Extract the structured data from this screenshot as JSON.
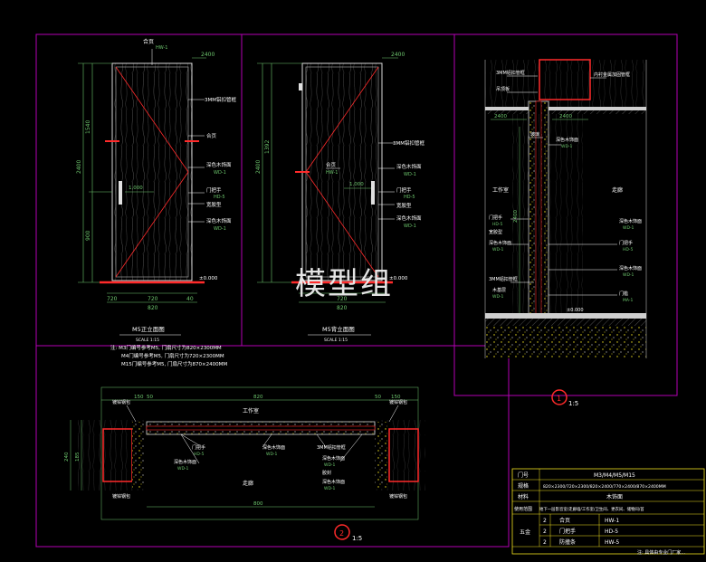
{
  "colors": {
    "background": "#000000",
    "frame": "#b400b4",
    "door": "#d9d9d9",
    "leader": "#ffffff",
    "red": "#ff2a2a",
    "dim": "#6ec86e",
    "cyan": "#37d1d1",
    "yellow": "#f0e020",
    "grey": "#a0a0a0"
  },
  "front_elev": {
    "title": "M5正立面图",
    "scale": "SCALE 1:15",
    "top_dim": "2400",
    "lbl_hinge": "合页",
    "lbl_hinge_badge": "HW-1",
    "lbl_frame": "3MM铝扣管框",
    "lbl_hinge2": "合页",
    "lbl_stain": "深色木饰面",
    "lbl_stain_badge": "WD-1",
    "lbl_handle": "门把手",
    "lbl_handle_badge": "HD-5",
    "lbl_rubber": "宽胶型",
    "lbl_stain2": "深色木饰面",
    "lbl_stain2_badge": "WD-1",
    "lbl_floor": "±0.000",
    "dim_h_total": "2400",
    "dim_h_top": "1540",
    "dim_h_bot": "900",
    "dim_h_handle": "1,000",
    "dim_w": "720",
    "dim_w_left": "720",
    "dim_w_right": "40",
    "dim_w_total": "820"
  },
  "back_elev": {
    "title": "M5背立面图",
    "scale": "SCALE 1:15",
    "top_dim": "2400",
    "lbl_frame": "3MM铝扣管框",
    "lbl_hinge": "合页",
    "lbl_hinge_badge": "HW-1",
    "lbl_stain": "深色木饰面",
    "lbl_stain_badge": "WD-1",
    "lbl_handle": "门把手",
    "lbl_handle_badge": "HD-5",
    "lbl_rubber": "宽胶型",
    "lbl_stain2": "深色木饰面",
    "lbl_stain2_badge": "WD-1",
    "lbl_floor": "±0.000",
    "dim_h_total": "2400",
    "dim_h_top": "1392",
    "dim_h_handle": "1,000",
    "dim_w": "720",
    "dim_w_total": "820"
  },
  "notes": {
    "line1": "注: M3门编号参考M5, 门扇尺寸为820×2300MM",
    "line2": "M4门编号参考M5, 门扇尺寸为720×2300MM",
    "line3": "M15门编号参考M5, 门扇尺寸为870×2400MM"
  },
  "section": {
    "lbl_topframe": "内衬金属加固管框",
    "lbl_aluframe": "3MM铝扣管框",
    "lbl_ceiling": "吊顶板",
    "lbl_office": "工作室",
    "lbl_corridor": "走廊",
    "lbl_glass": "玻璃",
    "lbl_stain_l": "深色木饰面",
    "lbl_stain_l_badge": "WD-1",
    "lbl_stain_r": "深色木饰面",
    "lbl_stain_r_badge": "WD-1",
    "lbl_handle": "门把手",
    "lbl_handle_badge": "HD-5",
    "lbl_rubber": "宽胶型",
    "lbl_stain_l2": "深色木饰面",
    "lbl_stain_l2_badge": "WD-1",
    "lbl_handle_r": "门把手",
    "lbl_handle_r_badge": "HD-5",
    "lbl_stain_r2": "深色木饰面",
    "lbl_stain_r2_badge": "WD-1",
    "lbl_frame_bot": "3MM铝扣管框",
    "lbl_base": "木基层",
    "lbl_base_badge": "WD-1",
    "lbl_threshold": "门槛",
    "lbl_threshold_badge": "MA-1",
    "lbl_floor": "±0.000",
    "dim_top": "2400",
    "dim_top2": "2400",
    "dim_side": "2400",
    "marker_num": "1",
    "marker_scale": "1:5"
  },
  "plan": {
    "dim_top1": "150",
    "dim_top2": "50",
    "dim_top3": "820",
    "dim_top4": "50",
    "dim_top5": "150",
    "lbl_office": "工作室",
    "lbl_corridor": "走廊",
    "lbl_steel_l": "镀锌钢包",
    "lbl_steel_r": "镀锌钢包",
    "lbl_handle": "门把手",
    "lbl_handle_badge": "HD-5",
    "lbl_stain": "深色木饰面",
    "lbl_stain_badge": "WD-1",
    "lbl_stain2": "深色木饰面",
    "lbl_stain2_badge": "WD-1",
    "lbl_frame": "3MM铝扣管框",
    "lbl_stain3": "深色木饰面",
    "lbl_stain3_badge": "WD-1",
    "lbl_glue": "胶封",
    "lbl_stain_r": "深色木饰面",
    "lbl_stain_r_badge": "WD-1",
    "lbl_wall_l": "镀锌钢包",
    "lbl_wall_r": "镀锌钢包",
    "dim_left1": "240",
    "dim_left2": "185",
    "dim_bot": "800",
    "marker_num": "2",
    "marker_scale": "1:5"
  },
  "spec_table": {
    "r1_label": "门号",
    "r1_value": "M3/M4/M5/M15",
    "r2_label": "规格",
    "r2_value": "820×2300/720×2300/820×2400/770×2400/870×2400MM",
    "r3_label": "材料",
    "r3_value": "木饰面",
    "r4_label": "使用范围",
    "r4_value": "地下一层影音室/走廊墙/工作室/卫生间、更衣间、储物间/首",
    "hw_group": "五金",
    "hw": [
      {
        "qty": "2",
        "name": "合页",
        "code": "HW-1"
      },
      {
        "qty": "2",
        "name": "门把手",
        "code": "HD-5"
      },
      {
        "qty": "2",
        "name": "防撞条",
        "code": "HW-5"
      }
    ],
    "footnote": "注: 具体由专业门厂家..."
  },
  "watermark": "模型组"
}
